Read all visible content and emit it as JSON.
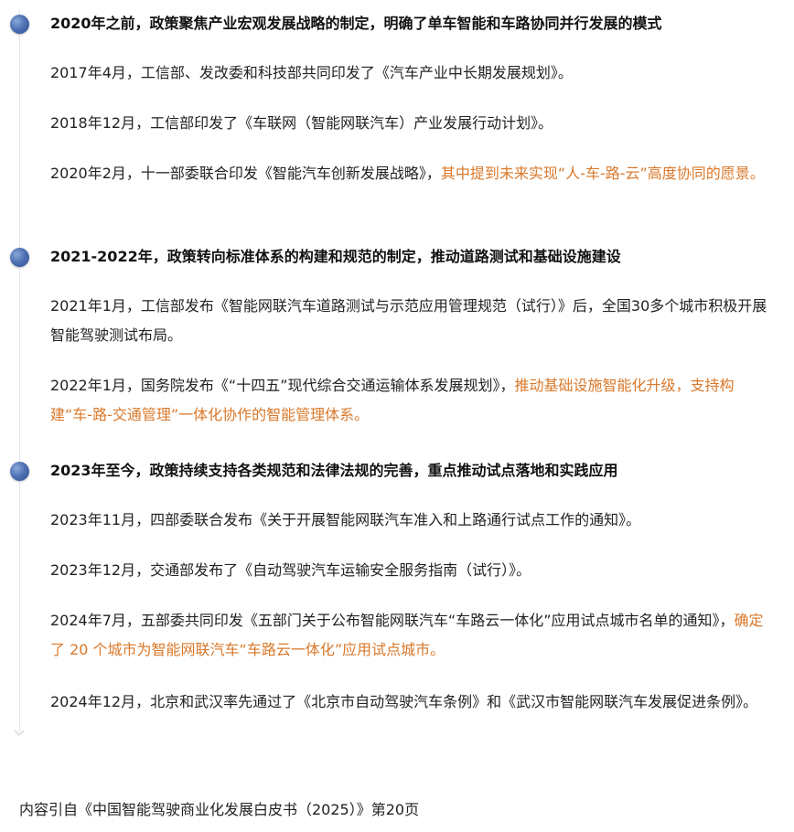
{
  "sections": [
    {
      "heading": "2020年之前，政策聚焦产业宏观发展战略的制定，明确了单车智能和车路协同并行发展的模式",
      "entries": [
        {
          "text": "2017年4月，工信部、发改委和科技部共同印发了《汽车产业中长期发展规划》。",
          "highlight": ""
        },
        {
          "text": "2018年12月，工信部印发了《车联网（智能网联汽车）产业发展行动计划》。",
          "highlight": ""
        },
        {
          "text": "2020年2月，十一部委联合印发《智能汽车创新发展战略》，",
          "highlight": "其中提到未来实现“人-车-路-云”高度协同的愿景。"
        }
      ]
    },
    {
      "heading": "2021-2022年，政策转向标准体系的构建和规范的制定，推动道路测试和基础设施建设",
      "entries": [
        {
          "text": "2021年1月，工信部发布《智能网联汽车道路测试与示范应用管理规范（试行）》后，全国30多个城市积极开展智能驾驶测试布局。",
          "highlight": ""
        },
        {
          "text": "2022年1月，国务院发布《“十四五”现代综合交通运输体系发展规划》，",
          "highlight": "推动基础设施智能化升级，支持构建“车-路-交通管理”一体化协作的智能管理体系。"
        }
      ]
    },
    {
      "heading": "2023年至今，政策持续支持各类规范和法律法规的完善，重点推动试点落地和实践应用",
      "entries": [
        {
          "text": "2023年11月，四部委联合发布《关于开展智能网联汽车准入和上路通行试点工作的通知》。",
          "highlight": ""
        },
        {
          "text": "2023年12月，交通部发布了《自动驾驶汽车运输安全服务指南（试行）》。",
          "highlight": ""
        },
        {
          "text": "2024年7月，五部委共同印发《五部门关于公布智能网联汽车“车路云一体化”应用试点城市名单的通知》，",
          "highlight": "确定了 20 个城市为智能网联汽车“车路云一体化”应用试点城市。"
        },
        {
          "text": "2024年12月，北京和武汉率先通过了《北京市自动驾驶汽车条例》和《武汉市智能网联汽车发展促进条例》。",
          "highlight": ""
        }
      ]
    }
  ],
  "footer": "内容引自《中国智能驾驶商业化发展白皮书（2025）》第20页",
  "colors": {
    "highlight": "#d9782a",
    "dot": "#4f72b4",
    "line": "#e4e6ea"
  },
  "icons": {
    "timeline_dot": "timeline-dot-icon",
    "timeline_arrow": "chevron-down-icon"
  }
}
